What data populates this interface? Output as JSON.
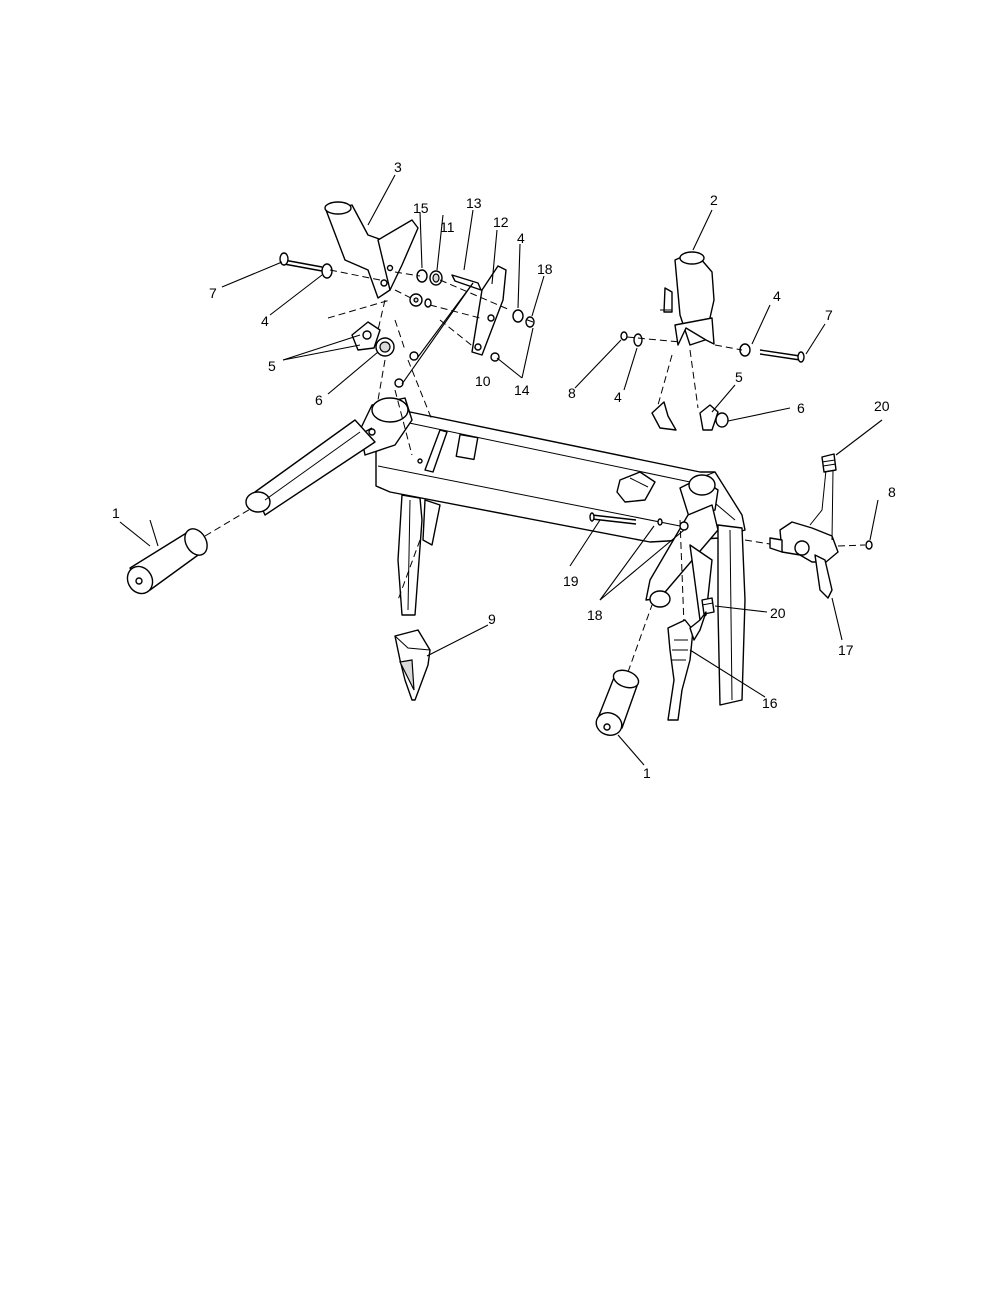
{
  "callouts": [
    "1",
    "1",
    "2",
    "3",
    "4",
    "4",
    "4",
    "4",
    "5",
    "5",
    "6",
    "6",
    "7",
    "7",
    "8",
    "8",
    "9",
    "10",
    "11",
    "12",
    "13",
    "14",
    "15",
    "16",
    "17",
    "18",
    "18",
    "19",
    "20",
    "20"
  ]
}
